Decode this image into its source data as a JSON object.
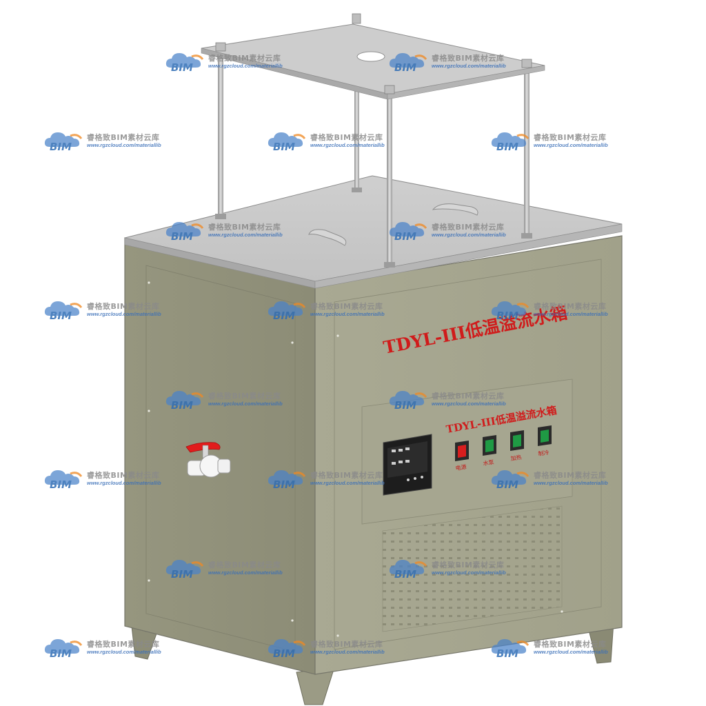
{
  "product": {
    "body_label": "TDYL-III低温溢流水箱",
    "panel_label": "TDYL-III低温溢流水箱"
  },
  "switches": [
    {
      "label": "电源",
      "color": "#d81e1e"
    },
    {
      "label": "水泵",
      "color": "#1f9a44"
    },
    {
      "label": "加热",
      "color": "#1f9a44"
    },
    {
      "label": "制冷",
      "color": "#1f9a44"
    }
  ],
  "watermark": {
    "logo": "BIM",
    "brand": "睿格致BIM素材云库",
    "url": "www.rgzcloud.com/materiallib"
  },
  "colors": {
    "cabinet": "#a3a38c",
    "cabinet_side": "#8f8f78",
    "lid": "#c8c8c8",
    "label_red": "#d01b1b",
    "valve_handle": "#e21c1c"
  },
  "icons": [
    "cloud-logo-icon",
    "ball-valve-icon",
    "temperature-controller-icon"
  ]
}
